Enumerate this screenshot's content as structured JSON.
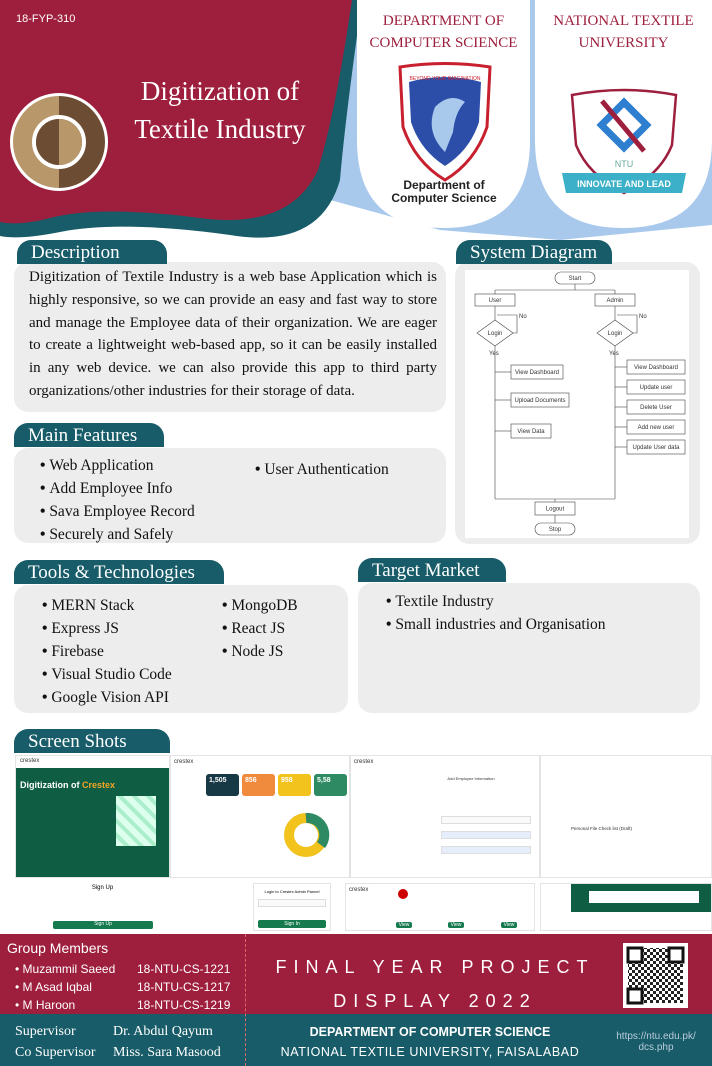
{
  "header": {
    "project_code": "18-FYP-310",
    "title_line1": "Digitization of",
    "title_line2": "Textile Industry",
    "dept_title_line1": "DEPARTMENT OF",
    "dept_title_line2": "COMPUTER SCIENCE",
    "dept_logo_motto": "BEYOND YOUR IMAGINATION",
    "dept_logo_caption_line1": "Department of",
    "dept_logo_caption_line2": "Computer Science",
    "uni_title_line1": "NATIONAL TEXTILE",
    "uni_title_line2": "UNIVERSITY",
    "uni_logo_text": "NTU",
    "uni_logo_motto": "INNOVATE AND LEAD"
  },
  "description": {
    "heading": "Description",
    "text": "Digitization of Textile Industry is a web base Application which is highly responsive, so we can provide an easy and fast way to store and manage the Employee data of their organization. We are eager to create a lightweight web-based app, so it can be easily installed in any web device. we can also provide this app to third party organizations/other industries for their storage of data."
  },
  "system_diagram": {
    "heading": "System Diagram",
    "nodes": {
      "start": "Start",
      "user": "User",
      "admin": "Admin",
      "login_user": "Login",
      "login_admin": "Login",
      "no": "No",
      "yes": "Yes",
      "view_dashboard": "View Dashboard",
      "upload_documents": "Upload Documents",
      "view_data": "View Data",
      "admin_view_dashboard": "View Dashboard",
      "update_user": "Update user",
      "delete_user": "Delete User",
      "add_new_user": "Add new user",
      "update_user_data": "Update User data",
      "logout": "Logout",
      "stop": "Stop"
    }
  },
  "main_features": {
    "heading": "Main Features",
    "left": [
      "Web Application",
      "Add Employee Info",
      "Sava Employee Record",
      "Securely and Safely"
    ],
    "right": [
      "User Authentication"
    ]
  },
  "tools": {
    "heading": "Tools & Technologies",
    "left": [
      "MERN Stack",
      "Express JS",
      "Firebase",
      "Visual Studio Code",
      "Google Vision API"
    ],
    "right": [
      "MongoDB",
      "React JS",
      "Node JS"
    ]
  },
  "target_market": {
    "heading": "Target Market",
    "items": [
      "Textile Industry",
      "Small industries and Organisation"
    ]
  },
  "screenshots": {
    "heading": "Screen Shots",
    "brand": "crestex",
    "hero_title": "Digitization of",
    "hero_brand": "Crestex",
    "stat1": "1,505",
    "stat2": "856",
    "stat3": "958",
    "stat4": "5,58",
    "signup_title": "Sign Up",
    "login_title": "Login to Crestex Admin Pannel",
    "sign_in": "Sign In",
    "sign_up_btn": "Sign Up",
    "view_profile": "View Profile",
    "checklist_title": "Personal File Check list (Draft)",
    "add_employee_title": "Add Employee Information"
  },
  "footer": {
    "members_heading": "Group Members",
    "members": [
      {
        "name": "Muzammil Saeed",
        "id": "18-NTU-CS-1221"
      },
      {
        "name": "M Asad Iqbal",
        "id": "18-NTU-CS-1217"
      },
      {
        "name": "M Haroon",
        "id": "18-NTU-CS-1219"
      }
    ],
    "banner_line1": "FINAL YEAR PROJECT",
    "banner_line2": "DISPLAY 2022",
    "supervisor_label": "Supervisor",
    "supervisor": "Dr. Abdul Qayum",
    "co_supervisor_label": "Co Supervisor",
    "co_supervisor": "Miss. Sara Masood",
    "dept": "DEPARTMENT OF COMPUTER SCIENCE",
    "university": "NATIONAL TEXTILE UNIVERSITY, FAISALABAD",
    "url": "https://ntu.edu.pk/ dcs.php"
  },
  "colors": {
    "maroon": "#9e1f3d",
    "teal": "#175c68",
    "light_blue": "#a9c9ec",
    "panel": "#ededed"
  }
}
